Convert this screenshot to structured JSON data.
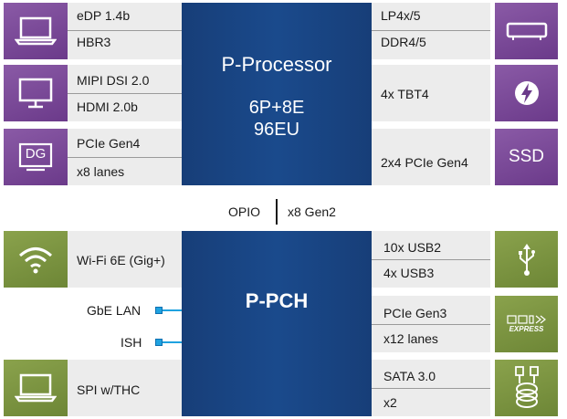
{
  "processor": {
    "name": "P-Processor",
    "cores": "6P+8E",
    "gpu": "96EU"
  },
  "pch": {
    "name": "P-PCH"
  },
  "link": {
    "left": "OPIO",
    "right": "x8 Gen2"
  },
  "left_top": [
    {
      "icon": "laptop-icon",
      "lines": [
        "eDP 1.4b",
        "HBR3"
      ]
    },
    {
      "icon": "monitor-icon",
      "lines": [
        "MIPI DSI 2.0",
        "HDMI 2.0b"
      ]
    },
    {
      "icon": "dg-icon",
      "icon_text": "DG",
      "lines": [
        "PCIe Gen4",
        "x8 lanes"
      ]
    }
  ],
  "right_top": [
    {
      "icon": "memory-icon",
      "lines": [
        "LP4x/5",
        "DDR4/5"
      ]
    },
    {
      "icon": "thunderbolt-icon",
      "lines": [
        "4x TBT4"
      ]
    },
    {
      "icon": "ssd-icon",
      "icon_text": "SSD",
      "lines": [
        "2x4 PCIe Gen4"
      ]
    }
  ],
  "left_bottom": {
    "wifi": {
      "icon": "wifi-icon",
      "label": "Wi-Fi 6E (Gig+)"
    },
    "gbe": "GbE LAN",
    "ish": "ISH",
    "spi": {
      "icon": "laptop-icon",
      "label": "SPI w/THC"
    }
  },
  "right_bottom": [
    {
      "icon": "usb-icon",
      "lines": [
        "10x USB2",
        "4x USB3"
      ]
    },
    {
      "icon": "pci-express-icon",
      "icon_text": "EXPRESS",
      "lines": [
        "PCIe Gen3",
        "x12 lanes"
      ]
    },
    {
      "icon": "sata-cable-icon",
      "lines": [
        "SATA 3.0",
        "x2"
      ]
    }
  ]
}
